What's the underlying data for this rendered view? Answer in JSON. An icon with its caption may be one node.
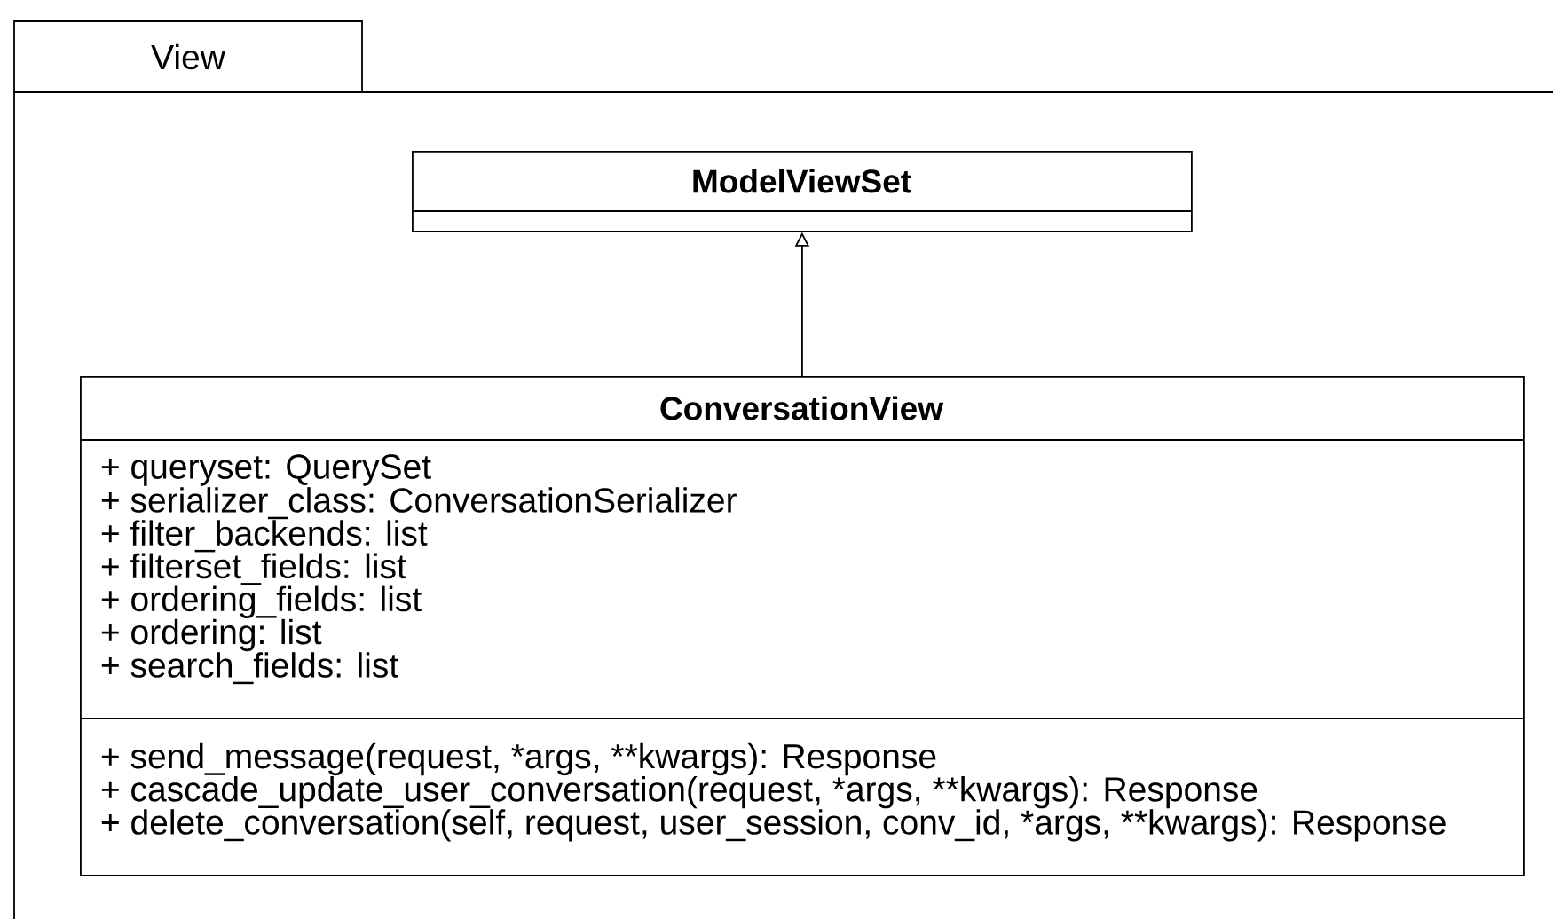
{
  "diagram": {
    "nodes": [
      {
        "text": [
          "View"
        ]
      },
      {
        "text": [
          "ModelViewSet"
        ],
        "in": 0
      },
      {
        "text": [
          "ConversationView",
          "+ queryset: QuerySet",
          "+ serializer_class: ConversationSerializer",
          "+ filter_backends: list",
          "+ filterset_fields: list",
          "+ ordering_fields: list",
          "+ ordering: list",
          "+ search_fields: list",
          "+ send_message(request, *args, **kwargs): Response",
          "+ cascade_update_user_conversation(request, *args, **kwargs): Response",
          "+ delete_conversation(self, request, user_session, conv_id, *args, **kwargs): Response"
        ],
        "in": 0
      }
    ],
    "edges": [
      {
        "from": 2,
        "to": 1,
        "arrow": "to"
      }
    ]
  }
}
